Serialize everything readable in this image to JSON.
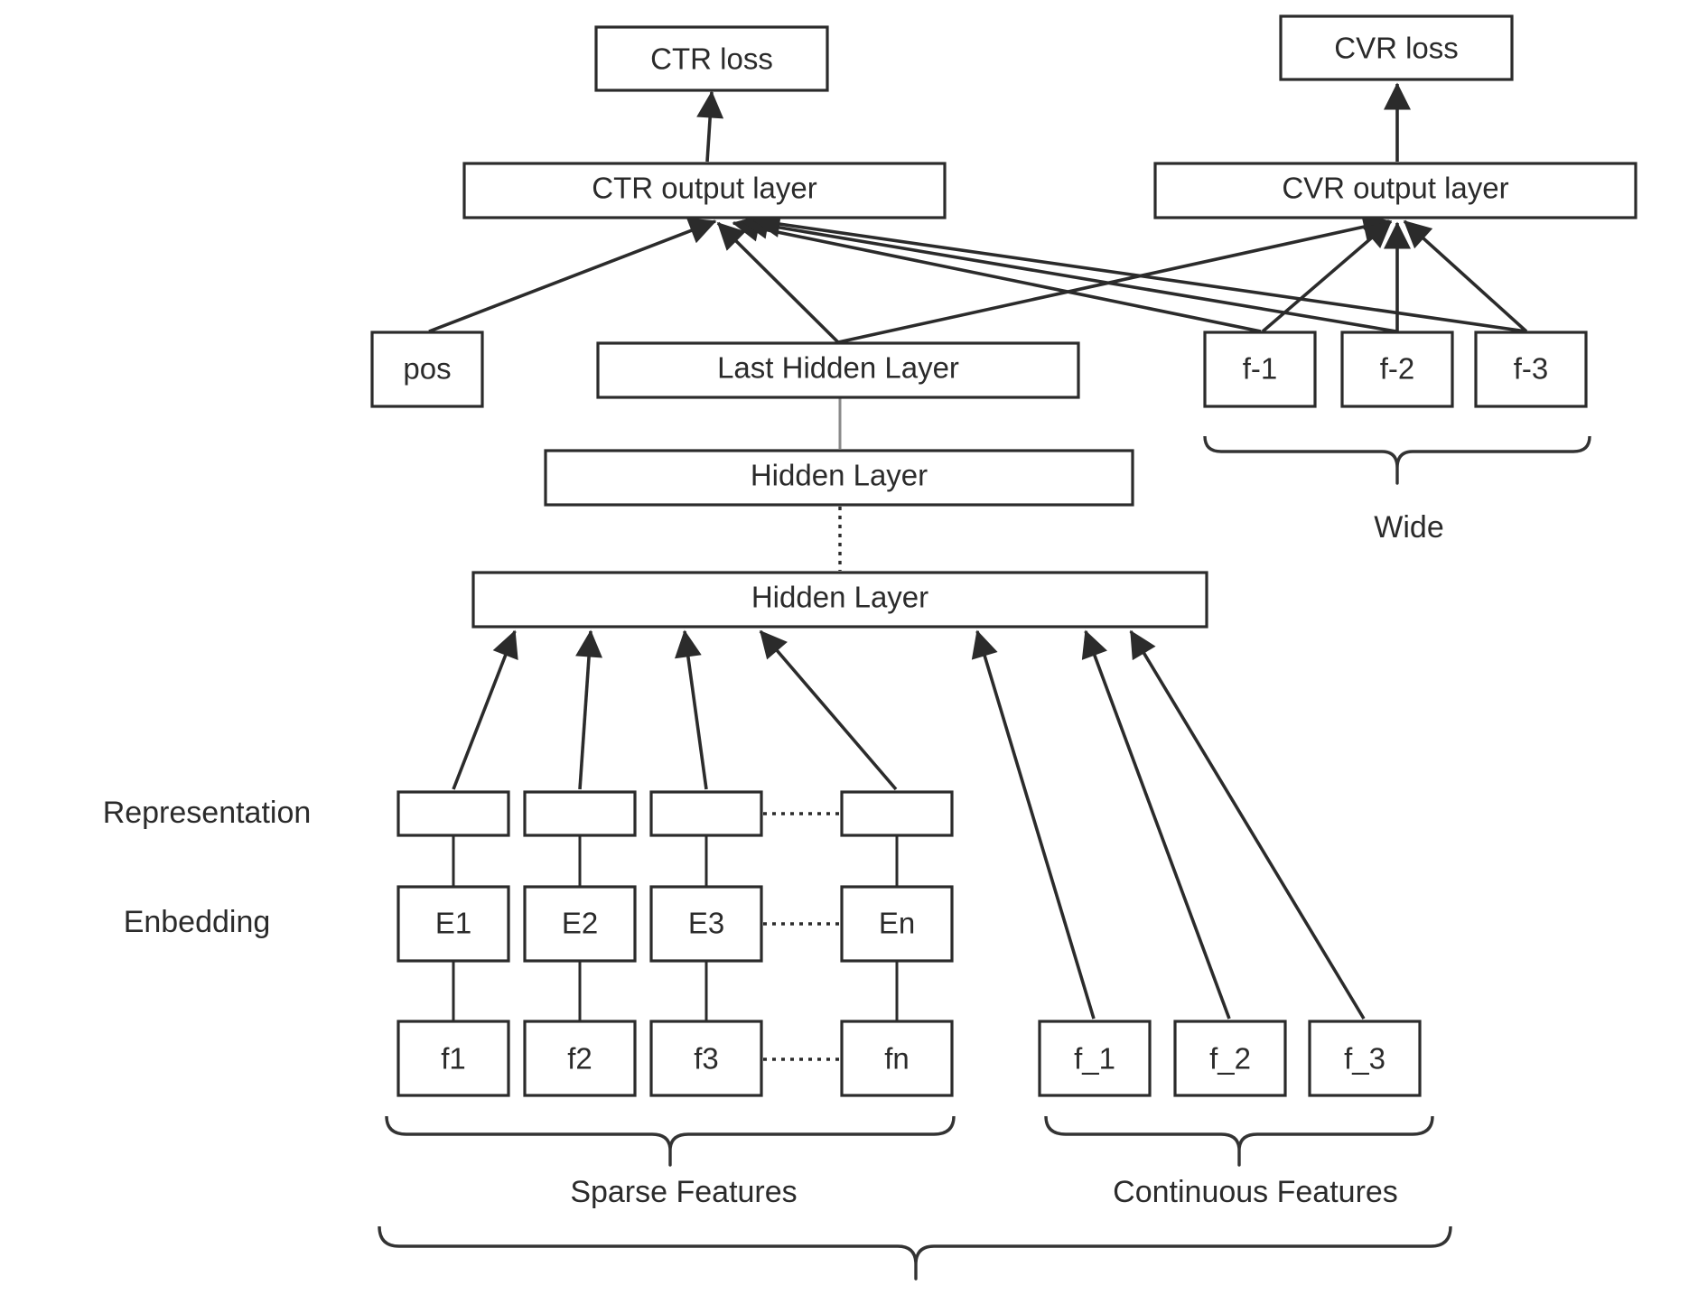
{
  "nodes": {
    "ctr_loss": "CTR loss",
    "cvr_loss": "CVR loss",
    "ctr_output": "CTR output layer",
    "cvr_output": "CVR output layer",
    "pos": "pos",
    "last_hidden": "Last Hidden Layer",
    "wide_1": "f-1",
    "wide_2": "f-2",
    "wide_3": "f-3",
    "hidden_upper": "Hidden Layer",
    "hidden_lower": "Hidden Layer",
    "emb_1": "E1",
    "emb_2": "E2",
    "emb_3": "E3",
    "emb_n": "En",
    "sparse_1": "f1",
    "sparse_2": "f2",
    "sparse_3": "f3",
    "sparse_n": "fn",
    "cont_1": "f_1",
    "cont_2": "f_2",
    "cont_3": "f_3"
  },
  "labels": {
    "wide": "Wide",
    "representation": "Representation",
    "embedding": "Enbedding",
    "sparse_features": "Sparse Features",
    "continuous_features": "Continuous Features"
  }
}
